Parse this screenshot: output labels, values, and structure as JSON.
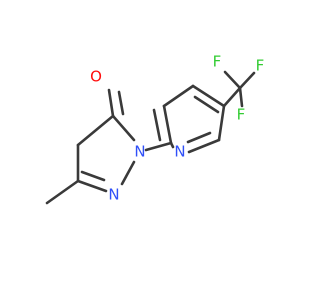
{
  "colors": {
    "bond": "#3a3a3a",
    "oxygen": "#ff0d0d",
    "nitrogen": "#3050f8",
    "fluorine": "#33cc33"
  },
  "atoms": {
    "o1": "O",
    "n1": "N",
    "n2": "N",
    "n_pyridine": "N",
    "f1": "F",
    "f2": "F",
    "f3": "F"
  }
}
